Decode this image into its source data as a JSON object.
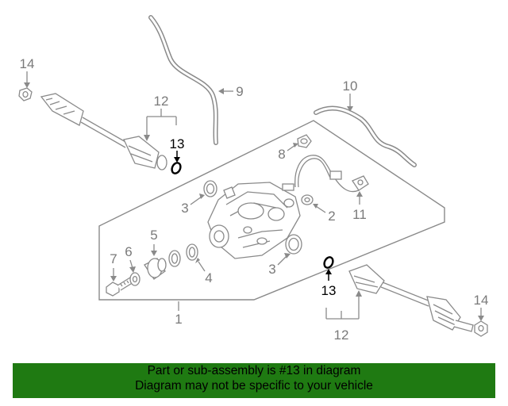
{
  "colors": {
    "part_stroke": "#8a8a8a",
    "label_gray": "#7a7a7a",
    "highlight": "#000000",
    "banner_bg": "#1f7a12",
    "banner_text": "#000000"
  },
  "labels": {
    "l1": "1",
    "l2": "2",
    "l3a": "3",
    "l3b": "3",
    "l4": "4",
    "l5": "5",
    "l6": "6",
    "l7": "7",
    "l8": "8",
    "l9": "9",
    "l10": "10",
    "l11": "11",
    "l12a": "12",
    "l12b": "12",
    "l13a": "13",
    "l13b": "13",
    "l14a": "14",
    "l14b": "14"
  },
  "banner": {
    "line1": "Part or sub-assembly is #13 in diagram",
    "line2": "Diagram may not be specific to your vehicle"
  }
}
